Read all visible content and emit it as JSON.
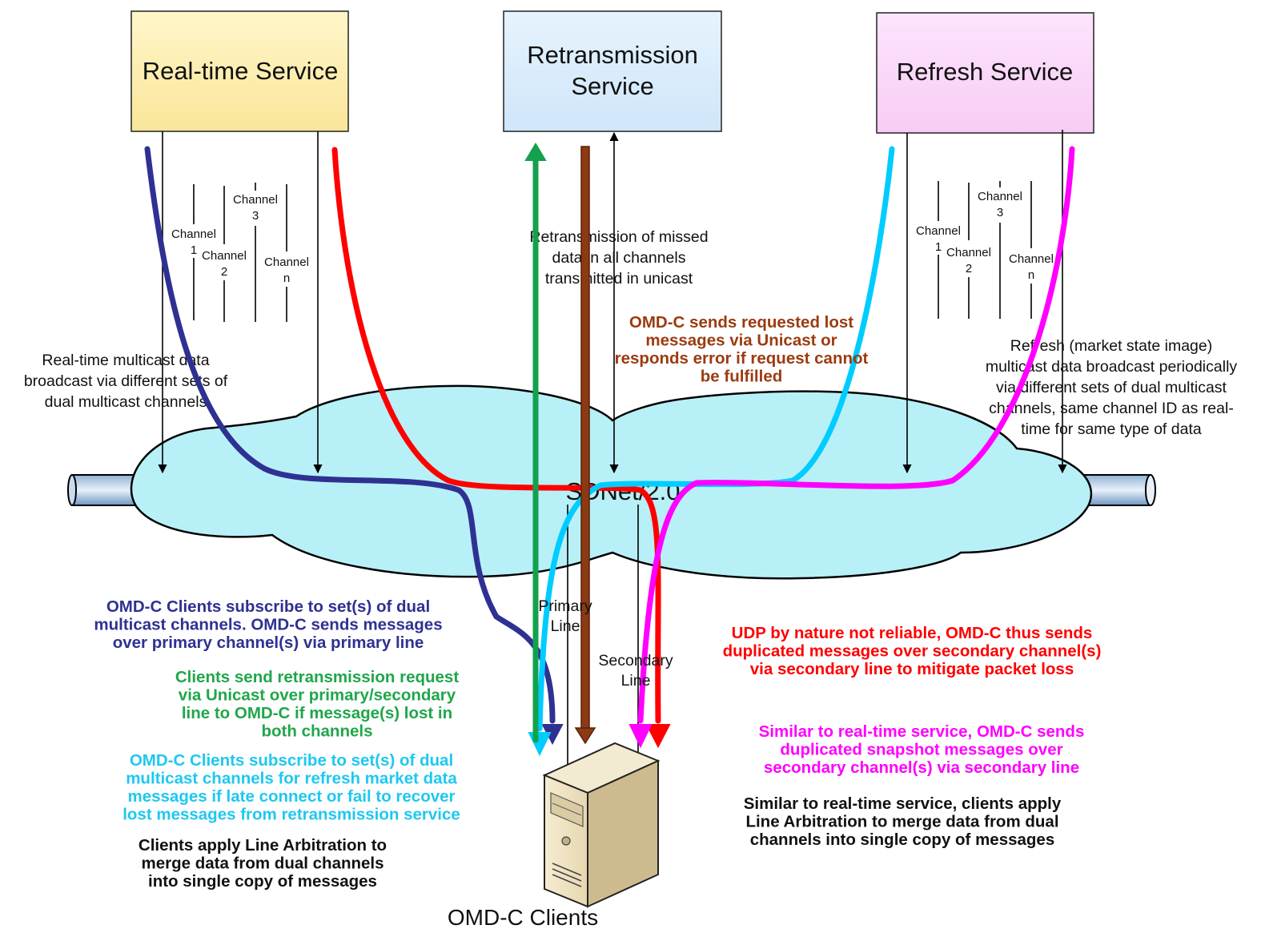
{
  "services": {
    "realtime": "Real-time Service",
    "retrans_line1": "Retransmission",
    "retrans_line2": "Service",
    "refresh": "Refresh Service"
  },
  "channels": {
    "c1a": "Channel",
    "c1b": "1",
    "c2a": "Channel",
    "c2b": "2",
    "c3a": "Channel",
    "c3b": "3",
    "cna": "Channel",
    "cnb": "n"
  },
  "network": {
    "label": "SDNet/2.0"
  },
  "lines": {
    "primary_1": "Primary",
    "primary_2": "Line",
    "secondary_1": "Secondary",
    "secondary_2": "Line"
  },
  "notes": {
    "realtime_desc": [
      "Real-time multicast data",
      "broadcast via different sets of",
      "dual multicast channels"
    ],
    "retrans_desc": [
      "Retransmission of missed",
      "data in all channels",
      "transmitted in unicast"
    ],
    "refresh_desc": [
      "Refresh (market state image)",
      "multicast data broadcast periodically",
      "via different sets of dual multicast",
      "channels, same channel ID as real-",
      "time for same type of data"
    ],
    "omd_unicast": [
      "OMD-C sends requested lost",
      "messages via Unicast or",
      "responds error if request cannot",
      "be fulfilled"
    ],
    "clients_subscribe": [
      "OMD-C Clients subscribe to set(s) of dual",
      "multicast channels. OMD-C sends messages",
      "over primary channel(s) via primary line"
    ],
    "clients_retrans": [
      "Clients send retransmission request",
      "via Unicast over primary/secondary",
      "line to OMD-C if message(s) lost in",
      "both channels"
    ],
    "clients_refresh": [
      "OMD-C Clients subscribe to set(s) of dual",
      "multicast channels for refresh market data",
      "messages if late connect or fail to recover",
      "lost messages from retransmission service"
    ],
    "clients_arbitration": [
      "Clients apply Line Arbitration  to",
      "merge data from dual channels",
      "into single copy of messages"
    ],
    "udp_note": [
      "UDP by nature not reliable, OMD-C thus sends",
      "duplicated  messages over secondary channel(s)",
      "via secondary line to mitigate packet loss"
    ],
    "snapshot_note": [
      "Similar to real-time service, OMD-C sends",
      "duplicated  snapshot messages over",
      "secondary channel(s) via secondary line"
    ],
    "similar_arbitration": [
      "Similar to real-time service, clients apply",
      "Line Arbitration  to merge data from dual",
      "channels into single copy of messages"
    ]
  },
  "clients_label": "OMD-C Clients",
  "colors": {
    "realtime_fill": "#fbeaa0",
    "retrans_fill": "#d7ebfb",
    "refresh_fill": "#fbd7fa",
    "cloud_fill": "#b8f0f7",
    "navy": "#2e3192",
    "red": "#ff0000",
    "green": "#13a14e",
    "brown": "#8b3a14",
    "cyan": "#00ccff",
    "magenta": "#ff00ff",
    "brown_text": "#9b3b10",
    "green_text": "#1fa64b"
  }
}
